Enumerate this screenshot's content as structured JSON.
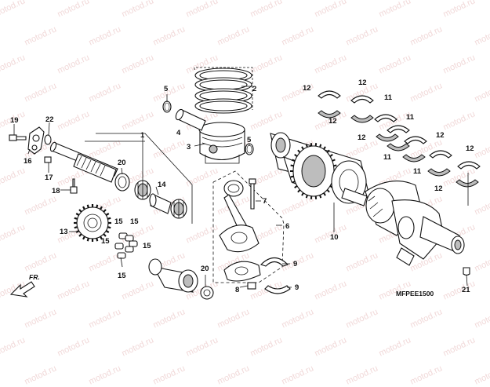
{
  "watermark_text": "motod.ru",
  "diagram_code": "MFPEE1500",
  "direction_label": "FR.",
  "callouts": {
    "c1": "1",
    "c2": "2",
    "c3": "3",
    "c4": "4",
    "c5a": "5",
    "c5b": "5",
    "c6": "6",
    "c7": "7",
    "c8": "8",
    "c9a": "9",
    "c9b": "9",
    "c10": "10",
    "c11a": "11",
    "c11b": "11",
    "c11c": "11",
    "c11d": "11",
    "c12a": "12",
    "c12b": "12",
    "c12c": "12",
    "c12d": "12",
    "c12e": "12",
    "c12f": "12",
    "c12g": "12",
    "c13": "13",
    "c14": "14",
    "c15a": "15",
    "c15b": "15",
    "c15c": "15",
    "c15d": "15",
    "c15e": "15",
    "c16": "16",
    "c17": "17",
    "c18": "18",
    "c19": "19",
    "c20a": "20",
    "c20b": "20",
    "c21": "21",
    "c22": "22"
  }
}
